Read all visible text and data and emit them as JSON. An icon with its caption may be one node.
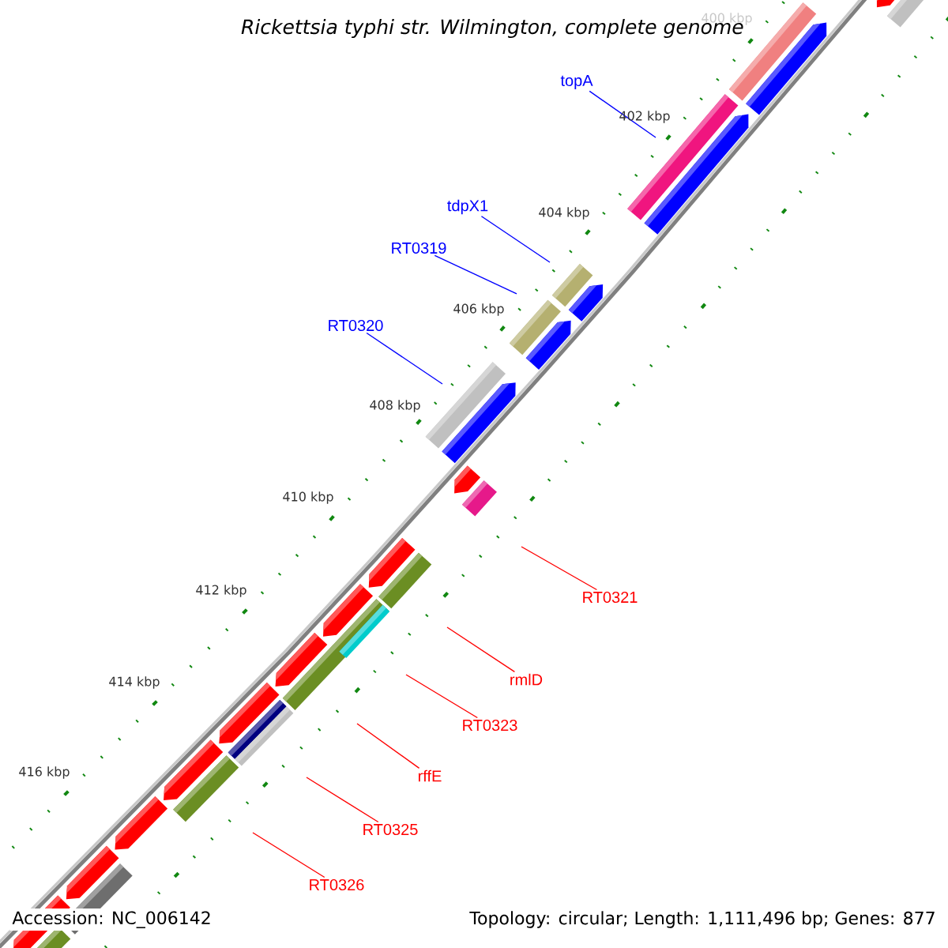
{
  "diagram": {
    "title": "*Rickettsia typhi* str. Wilmington, complete genome",
    "nodes": [
      {
        "text": [
          "topA"
        ]
      },
      {
        "text": [
          "tdpX1"
        ]
      },
      {
        "text": [
          "RT0319"
        ]
      },
      {
        "text": [
          "RT0320"
        ]
      },
      {
        "text": [
          "RT0321"
        ]
      },
      {
        "text": [
          "rmlD"
        ]
      },
      {
        "text": [
          "RT0323"
        ]
      },
      {
        "text": [
          "rffE"
        ]
      },
      {
        "text": [
          "RT0325"
        ]
      },
      {
        "text": [
          "RT0326"
        ]
      }
    ],
    "edges": [
      {
        "from": 0,
        "to": null,
        "arrow": "none",
        "color": "#0000ff"
      },
      {
        "from": 1,
        "to": null,
        "arrow": "none",
        "color": "#0000ff"
      },
      {
        "from": 2,
        "to": null,
        "arrow": "none",
        "color": "#0000ff"
      },
      {
        "from": 3,
        "to": null,
        "arrow": "none",
        "color": "#0000ff"
      },
      {
        "from": 4,
        "to": null,
        "arrow": "none"
      },
      {
        "from": 5,
        "to": null,
        "arrow": "none"
      },
      {
        "from": 6,
        "to": null,
        "arrow": "none"
      },
      {
        "from": 7,
        "to": null,
        "arrow": "none"
      },
      {
        "from": 8,
        "to": null,
        "arrow": "none"
      },
      {
        "from": 9,
        "to": null,
        "arrow": "none"
      }
    ],
    "labels": [
      "400 kbp",
      "402 kbp",
      "404 kbp",
      "406 kbp",
      "408 kbp",
      "410 kbp",
      "412 kbp",
      "414 kbp",
      "416 kbp",
      "Accession: NC_006142",
      "Topology: circular; Length: 1,111,496 bp; Genes: 877"
    ]
  }
}
